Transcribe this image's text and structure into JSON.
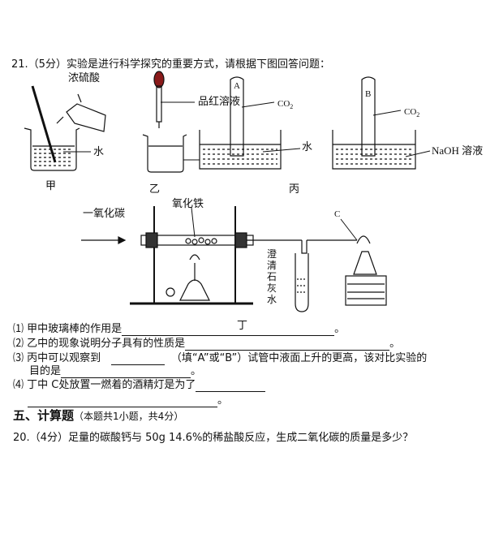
{
  "question21": {
    "header": "21.（5分）实验是进行科学探究的重要方式，请根据下图回答问题：",
    "labels": {
      "conc_h2so4": "浓硫酸",
      "water_jia": "水",
      "jia": "甲",
      "pinhong": "品红溶液",
      "yi": "乙",
      "tube_a": "A",
      "co2_a": "CO",
      "co2_a_sub": "2",
      "water_bing": "水",
      "tube_b": "B",
      "co2_b": "CO",
      "co2_b_sub": "2",
      "naoh": "NaOH 溶液",
      "bing": "丙",
      "co": "一氧化碳",
      "fe2o3": "氧化铁",
      "c_label": "C",
      "limewater": [
        "澄",
        "清",
        "石",
        "灰",
        "水"
      ],
      "ding": "丁"
    },
    "q1": "⑴ 甲中玻璃棒的作用是",
    "q1_end": "。",
    "q2": "⑵ 乙中的现象说明分子具有的性质是",
    "q2_end": "。",
    "q3a": "⑶ 丙中可以观察到",
    "q3b": "（填“A”或“B”）试管中液面上升的更高，该对比实验的",
    "q3c": "目的是",
    "q3_end": "。",
    "q4": "⑷ 丁中 C处放置一燃着的酒精灯是为了",
    "q4_end": "。"
  },
  "section5": {
    "title": "五、计算题",
    "note": "（本题共1小题，共4分）"
  },
  "question20": {
    "text": "20.（4分）足量的碳酸钙与 50g 14.6%的稀盐酸反应，生成二氧化碳的质量是多少？"
  }
}
